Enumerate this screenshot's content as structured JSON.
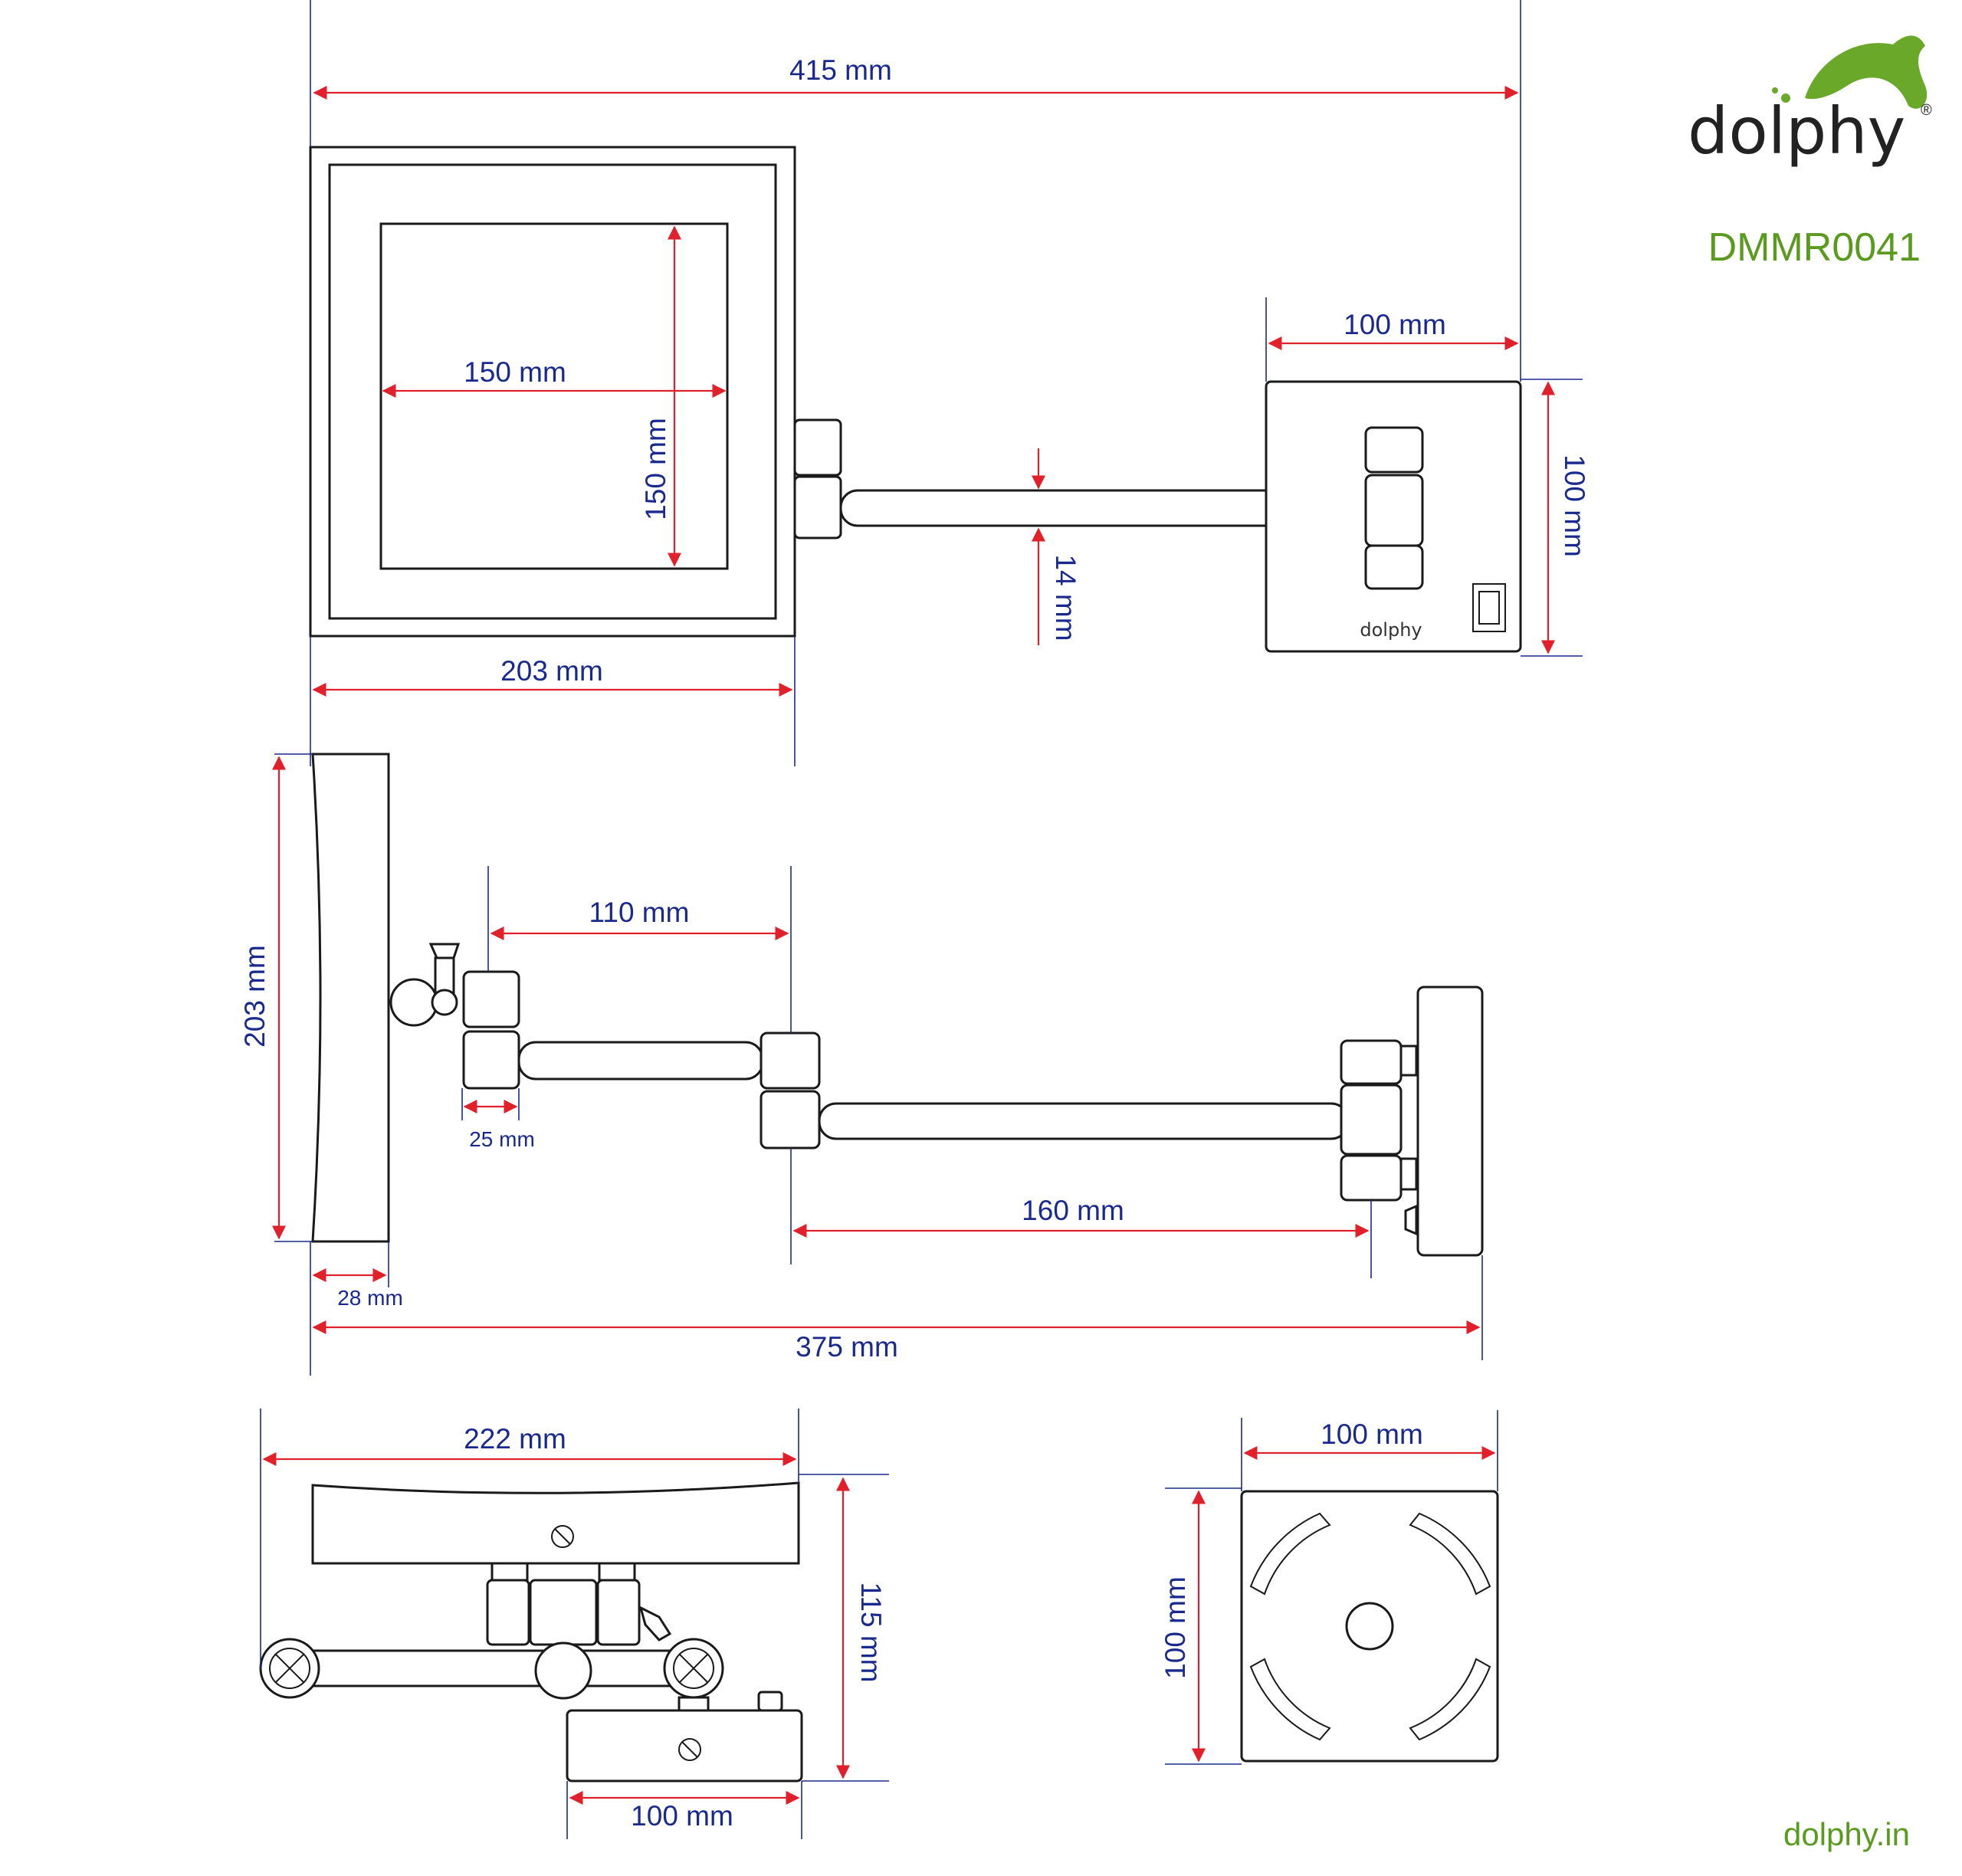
{
  "brand": {
    "logo_word": "dolphy",
    "registered_mark": "®",
    "model_code": "DMMR0041",
    "website": "dolphy.in",
    "accent_color": "#5a9a1e"
  },
  "colors": {
    "dimension_line": "#e0202a",
    "dimension_text": "#1a2a8c",
    "outline": "#1a1a1a"
  },
  "front_view": {
    "overall_width": "415 mm",
    "mirror_inner_width": "150 mm",
    "mirror_inner_height": "150 mm",
    "mirror_frame_width": "203 mm",
    "arm_diameter": "14 mm",
    "wall_plate_width": "100 mm",
    "wall_plate_height": "100 mm",
    "plate_logo": "dolphy"
  },
  "side_view": {
    "mirror_height": "203 mm",
    "mirror_depth": "28 mm",
    "pivot_block": "25 mm",
    "arm_segment_1": "110 mm",
    "arm_segment_2": "160 mm",
    "overall_projection": "375 mm"
  },
  "top_view": {
    "mirror_width": "222 mm",
    "overall_depth": "115 mm",
    "base_width": "100 mm"
  },
  "back_plate_view": {
    "width": "100 mm",
    "height": "100 mm"
  }
}
